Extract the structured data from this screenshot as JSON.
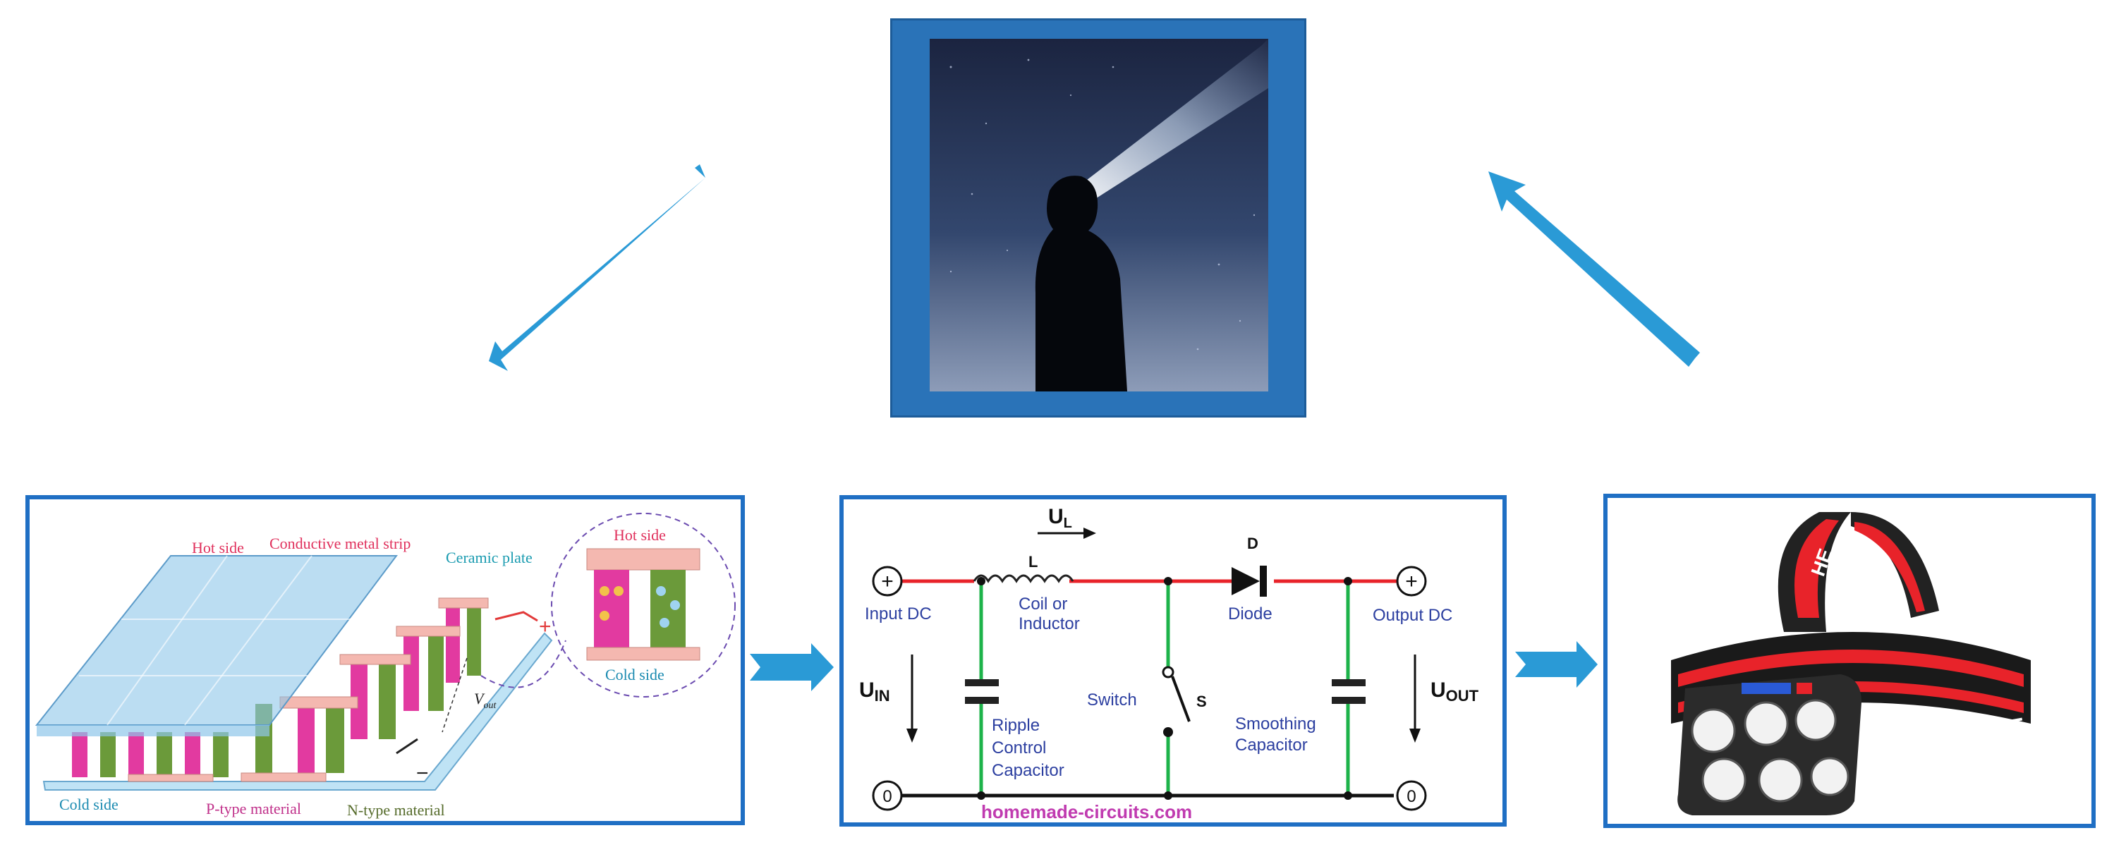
{
  "thermo": {
    "hot_side": "Hot side",
    "conductive_strip": "Conductive metal strip",
    "ceramic_plate": "Ceramic plate",
    "cold_side": "Cold side",
    "p_type": "P-type material",
    "n_type": "N-type material",
    "vout_v": "V",
    "vout_sub": "out",
    "plus": "+",
    "minus": "−",
    "inset_hot": "Hot side",
    "inset_cold": "Cold side"
  },
  "circuit": {
    "ul_main": "U",
    "ul_sub": "L",
    "l": "L",
    "coil": "Coil or",
    "inductor": "Inductor",
    "d": "D",
    "diode": "Diode",
    "input_dc": "Input DC",
    "output_dc": "Output DC",
    "uin_main": "U",
    "uin_sub": "IN",
    "uout_main": "U",
    "uout_sub": "OUT",
    "switch": "Switch",
    "s": "S",
    "ripple1": "Ripple",
    "ripple2": "Control",
    "ripple3": "Capacitor",
    "smooth1": "Smoothing",
    "smooth2": "Capacitor",
    "plus_sym": "+",
    "zero_sym": "0",
    "watermark": "homemade-circuits.com"
  },
  "headlamp": {
    "strap_text": "HE"
  },
  "colors": {
    "frame_blue": "#1f6fc4",
    "arrow_blue": "#2a9ad6",
    "wire_red": "#e8232a",
    "wire_green": "#1db34a",
    "label_blue": "#2c3fa0"
  }
}
